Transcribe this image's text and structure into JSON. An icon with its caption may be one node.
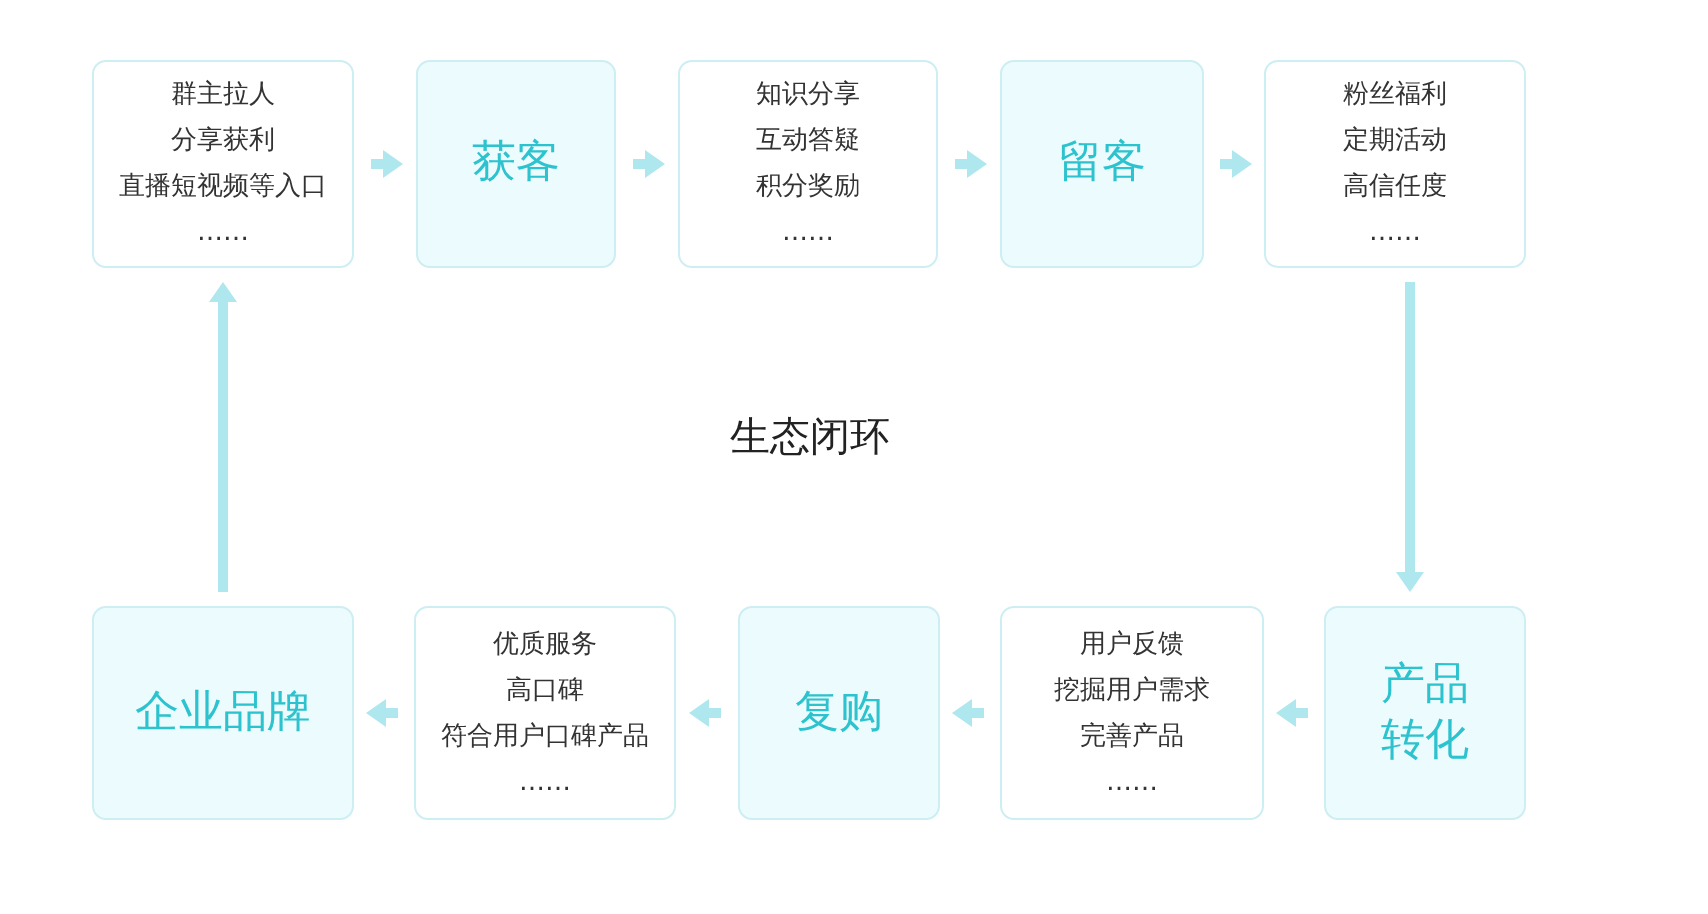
{
  "diagram": {
    "nodes": [
      {
        "text": [
          "群主拉人",
          "分享获利",
          "直播短视频等入口",
          "……"
        ]
      },
      {
        "text": [
          "获客"
        ]
      },
      {
        "text": [
          "知识分享",
          "互动答疑",
          "积分奖励",
          "……"
        ]
      },
      {
        "text": [
          "留客"
        ]
      },
      {
        "text": [
          "粉丝福利",
          "定期活动",
          "高信任度",
          "……"
        ]
      },
      {
        "text": [
          "企业品牌"
        ]
      },
      {
        "text": [
          "优质服务",
          "高口碑",
          "符合用户口碑产品",
          "……"
        ]
      },
      {
        "text": [
          "复购"
        ]
      },
      {
        "text": [
          "用户反馈",
          "挖掘用户需求",
          "完善产品",
          "……"
        ]
      },
      {
        "text": [
          "产品转化"
        ]
      }
    ],
    "edges": [
      {
        "from": 0,
        "to": 1,
        "arrow": "to"
      },
      {
        "from": 1,
        "to": 2,
        "arrow": "to"
      },
      {
        "from": 2,
        "to": 3,
        "arrow": "to"
      },
      {
        "from": 3,
        "to": 4,
        "arrow": "to"
      },
      {
        "from": 4,
        "to": 9,
        "arrow": "to"
      },
      {
        "from": 9,
        "to": 8,
        "arrow": "to"
      },
      {
        "from": 8,
        "to": 7,
        "arrow": "to"
      },
      {
        "from": 7,
        "to": 6,
        "arrow": "to"
      },
      {
        "from": 6,
        "to": 5,
        "arrow": "to"
      },
      {
        "from": 5,
        "to": 0,
        "arrow": "to"
      }
    ],
    "labels": [
      "生态闭环"
    ]
  }
}
